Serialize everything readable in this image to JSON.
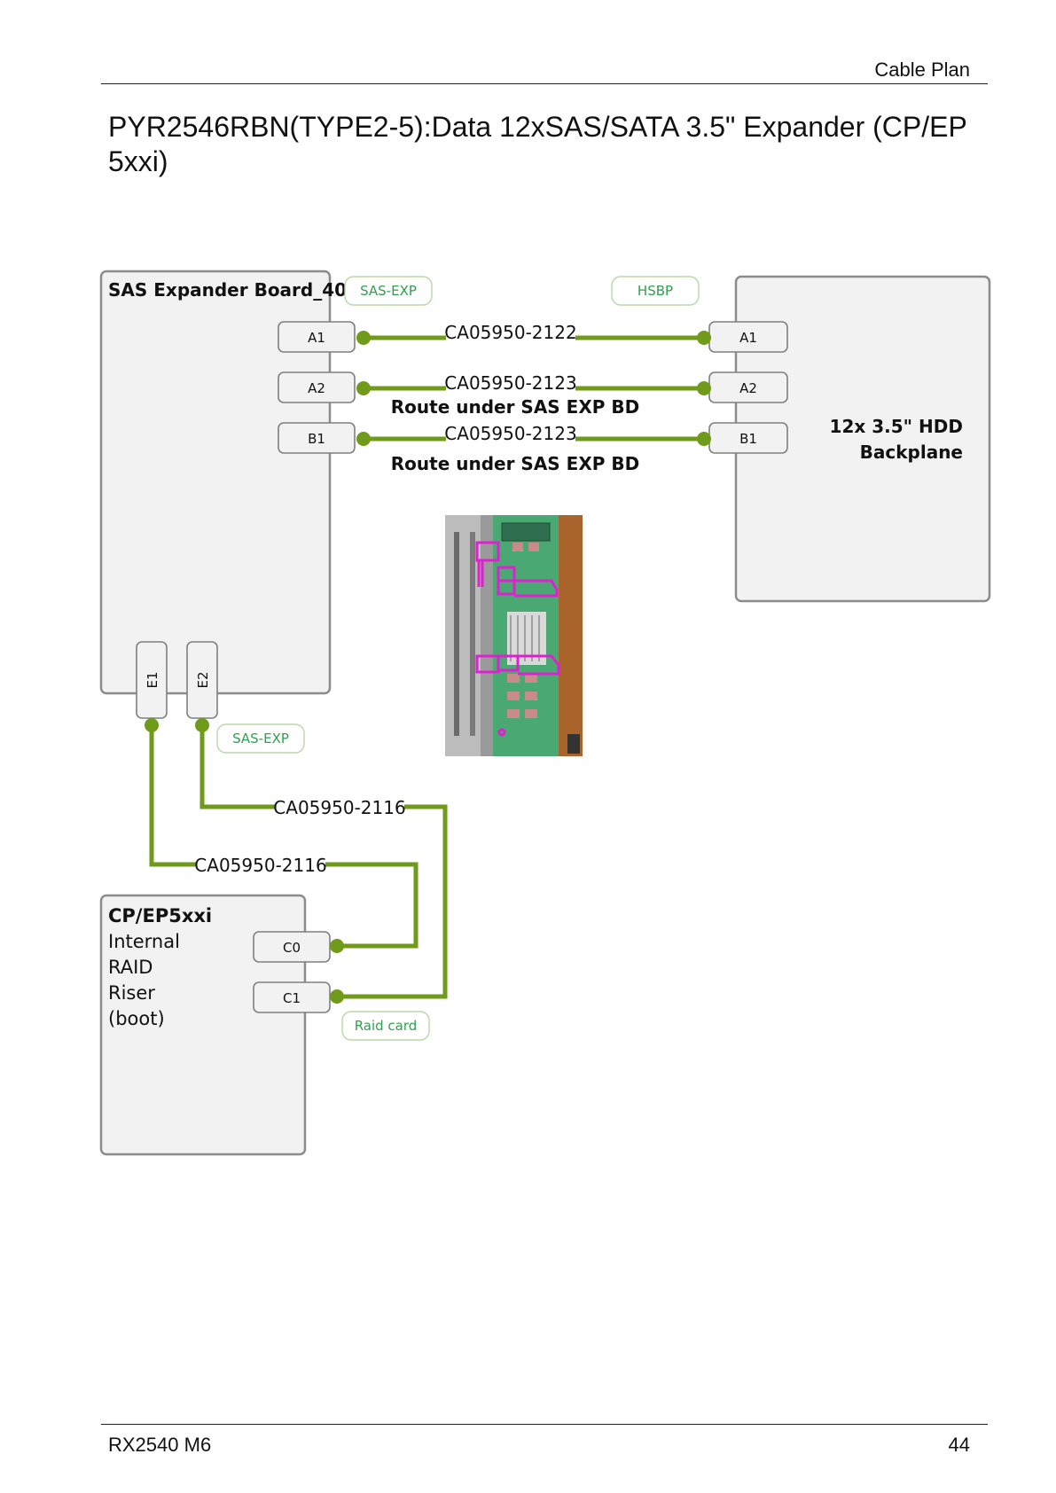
{
  "header": {
    "section": "Cable Plan"
  },
  "title": "PYR2546RBN(TYPE2-5):Data 12xSAS/SATA 3.5\" Expander (CP/EP 5xxi)",
  "footer": {
    "model": "RX2540 M6",
    "page_number": "44"
  },
  "diagram": {
    "colors": {
      "wire": "#6f9a1a",
      "tag_text": "#2fa050",
      "box_fill": "#f2f2f2",
      "box_stroke": "#8c8c8c"
    },
    "expander_board": {
      "title": "SAS Expander Board_40",
      "ports": [
        "A1",
        "A2",
        "B1"
      ],
      "bottom_ports": [
        "E1",
        "E2"
      ]
    },
    "backplane": {
      "title_line1": "12x 3.5\" HDD",
      "title_line2": "Backplane",
      "ports": [
        "A1",
        "A2",
        "B1"
      ]
    },
    "raid": {
      "title": "CP/EP5xxi",
      "lines": [
        "Internal",
        "RAID",
        "Riser",
        "(boot)"
      ],
      "ports": [
        "C0",
        "C1"
      ]
    },
    "tags": {
      "sas_exp_top": "SAS-EXP",
      "hsbp": "HSBP",
      "sas_exp_bottom": "SAS-EXP",
      "raid_card": "Raid card"
    },
    "cables": [
      {
        "from": "A1",
        "to": "A1",
        "part": "CA05950-2122",
        "note": ""
      },
      {
        "from": "A2",
        "to": "A2",
        "part": "CA05950-2123",
        "note": "Route under SAS EXP BD"
      },
      {
        "from": "B1",
        "to": "B1",
        "part": "CA05950-2123",
        "note": "Route under SAS EXP BD"
      },
      {
        "from": "E2",
        "to": "C1",
        "part": "CA05950-2116",
        "note": ""
      },
      {
        "from": "E1",
        "to": "C0",
        "part": "CA05950-2116",
        "note": ""
      }
    ],
    "photo_icon": "board-photo"
  }
}
